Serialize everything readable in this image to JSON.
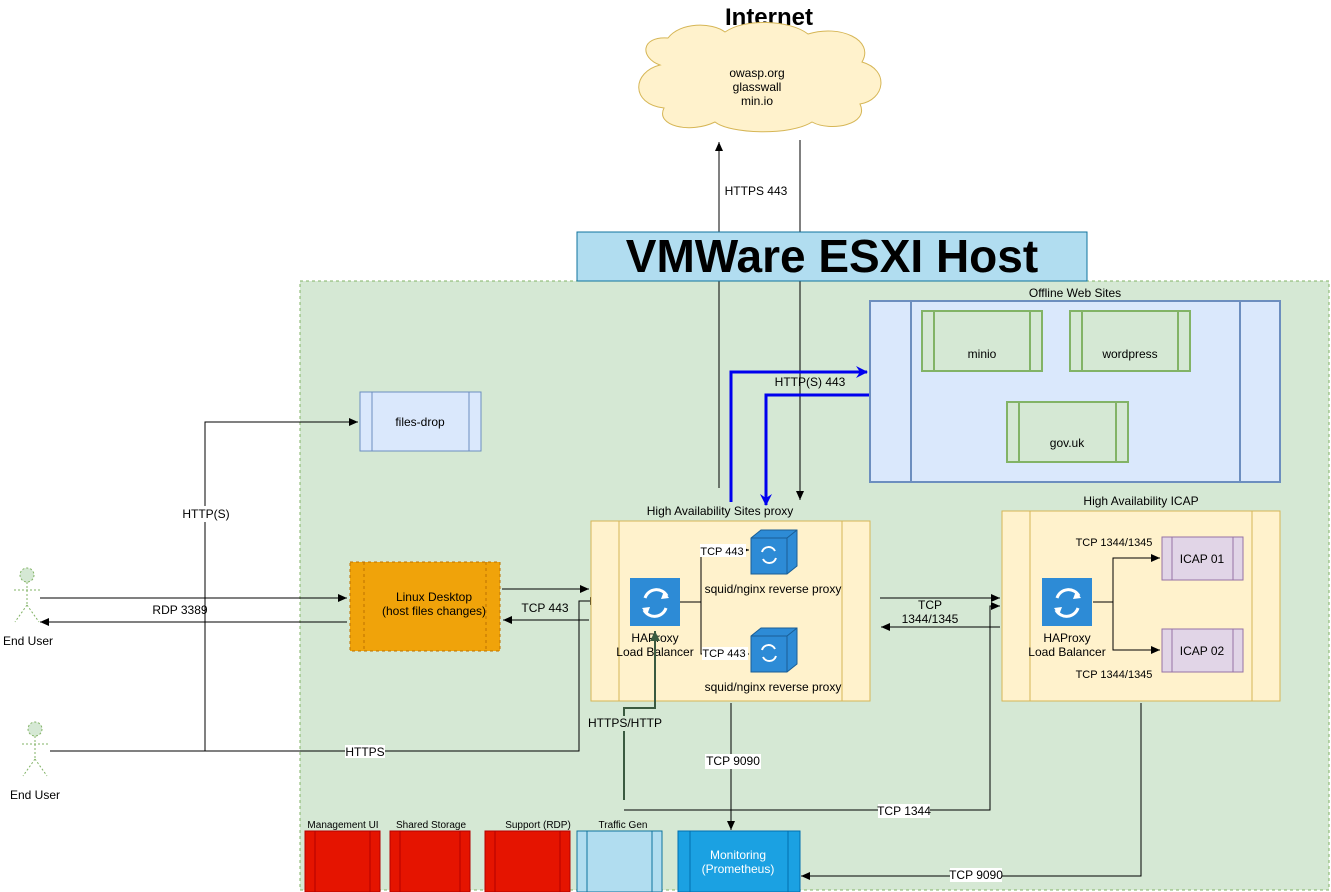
{
  "title": "Internet",
  "cloud": {
    "lines": [
      "owasp.org",
      "glasswall",
      "min.io"
    ]
  },
  "host": {
    "label": "VMWare ESXI Host"
  },
  "offline_sites": {
    "label": "Offline Web Sites",
    "items": {
      "minio": "minio",
      "wordpress": "wordpress",
      "govuk": "gov.uk"
    }
  },
  "files_drop": {
    "label": "files-drop"
  },
  "linux_desktop": {
    "line1": "Linux Desktop",
    "line2": "(host files changes)"
  },
  "ha_sites": {
    "label": "High Availability Sites proxy",
    "haproxy_line1": "HAProxy",
    "haproxy_line2": "Load Balancer",
    "squid_label": "squid/nginx reverse proxy"
  },
  "ha_icap": {
    "label": "High Availability ICAP",
    "haproxy_line1": "HAProxy",
    "haproxy_line2": "Load Balancer",
    "icap1": "ICAP 01",
    "icap2": "ICAP 02"
  },
  "users": {
    "user1": "End User",
    "user2": "End User"
  },
  "bottom": {
    "management": "Management UI",
    "shared_storage": "Shared Storage",
    "support": "Support (RDP)",
    "traffic_gen": "Traffic Gen",
    "monitoring_line1": "Monitoring",
    "monitoring_line2": "(Prometheus)"
  },
  "edges": {
    "https_443": "HTTPS 443",
    "http_s_443": "HTTP(S) 443",
    "http_s": "HTTP(S)",
    "rdp": "RDP 3389",
    "tcp_443": "TCP 443",
    "tcp_443_a": "TCP 443",
    "tcp_443_b": "TCP 443",
    "tcp_1344_1345_a": "TCP",
    "tcp_1344_1345_b": "1344/1345",
    "icap_tcp_top": "TCP 1344/1345",
    "icap_tcp_bottom": "TCP 1344/1345",
    "https_http": "HTTPS/HTTP",
    "https": "HTTPS",
    "tcp_9090": "TCP 9090",
    "tcp_9090_b": "TCP 9090",
    "tcp_1344": "TCP 1344"
  },
  "colors": {
    "green_zone": "#d5e8d4",
    "host_bar": "#b1ddf0",
    "offline_fill": "#dae8fc",
    "offline_stroke": "#6c8ebf",
    "site_stroke": "#82b366",
    "yellow_fill": "#fff2cc",
    "linux_fill": "#f0a30a",
    "icap_fill": "#e1d5e7",
    "red_fill": "#e51400",
    "traffic_fill": "#b1ddf0",
    "monitoring_fill": "#1ba1e2",
    "blue_edge": "#0000ee",
    "cloud_fill": "#fff2cc",
    "cloud_stroke": "#d6b656"
  }
}
